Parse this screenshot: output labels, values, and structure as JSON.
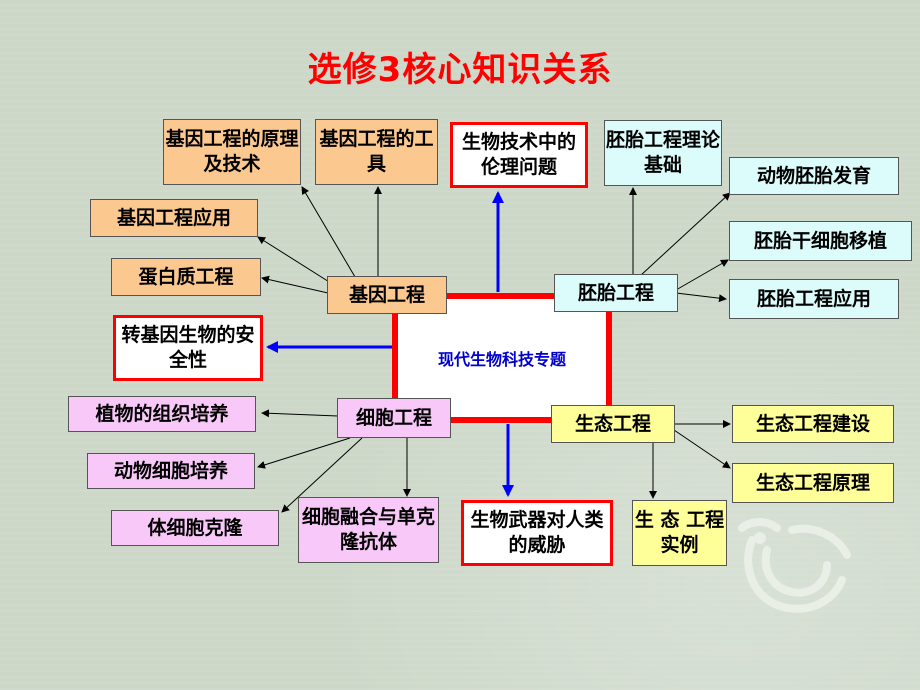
{
  "title": "选修3核心知识关系",
  "center": "现代生物科技专题",
  "nodes": {
    "gene_eng": "基因工程",
    "embryo_eng": "胚胎工程",
    "cell_eng": "细胞工程",
    "eco_eng": "生态工程",
    "gene_principle": "基因工程的原理及技术",
    "gene_tools": "基因工程的工具",
    "gene_app": "基因工程应用",
    "protein_eng": "蛋白质工程",
    "ethics": "生物技术中的伦理问题",
    "gmo_safety": "转基因生物的安全性",
    "bioweapon": "生物武器对人类的威胁",
    "embryo_theory": "胚胎工程理论基础",
    "animal_embryo": "动物胚胎发育",
    "stem_cell": "胚胎干细胞移植",
    "embryo_app": "胚胎工程应用",
    "plant_tissue": "植物的组织培养",
    "animal_cell": "动物细胞培养",
    "somatic_clone": "体细胞克隆",
    "cell_fusion": "细胞融合与单克隆抗体",
    "eco_build": "生态工程建设",
    "eco_principle": "生态工程原理",
    "eco_example": "生 态 工程实例"
  },
  "colors": {
    "title": "#ff0000",
    "center_border": "#ff0000",
    "center_text": "#0000cc",
    "blue_arrow": "#0000ff",
    "gene_group": "#fbc890",
    "embryo_group": "#dcfbfb",
    "cell_group": "#f8c8f8",
    "eco_group": "#ffff99"
  }
}
